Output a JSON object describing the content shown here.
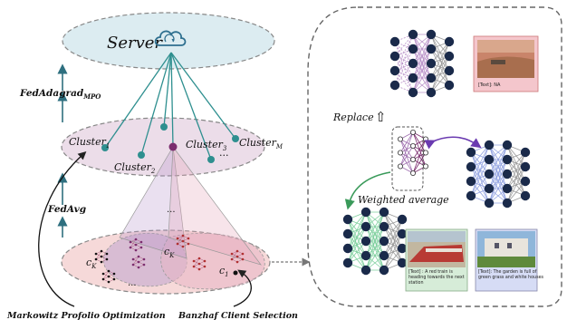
{
  "server": {
    "label": "Server",
    "icon": "cloud-sync-icon"
  },
  "left_labels": {
    "fedadagrad": "FedAdagrad",
    "fedadagrad_sub": "MPO",
    "fedavg": "FedAvg",
    "markowitz": "Markowitz Profolio Optimization",
    "banzhaf": "Banzhaf Client Selection"
  },
  "clusters": {
    "c1": "Cluster",
    "c1_sub": "1",
    "c2": "Cluster",
    "c2_sub": "2",
    "c3": "Cluster",
    "c3_sub": "3",
    "cm": "Cluster",
    "cm_sub": "M",
    "ellipsis": "..."
  },
  "clients": {
    "ck_left": "c",
    "ck_left_sub": "K",
    "ck_mid": "c",
    "ck_mid_sub": "K",
    "c1": "c",
    "c1_sub": "1",
    "dots_top": "...",
    "dots_bottom": "..."
  },
  "right_panel": {
    "replace": "Replace",
    "replace_arrow": "⇧",
    "weighted_average": "Weighted average",
    "caption_na": "[Text]: NA",
    "caption_train": "[Text] : A red train is heading towards the next station",
    "caption_garden": "[Text]: The garden is full of green grass and white houses"
  },
  "colors": {
    "server_fill": "#dcecf1",
    "cluster_fill": "#ecdde9",
    "client_fill": "#f6d9d9",
    "teal": "#2e8f8f",
    "navy": "#1f2f4f",
    "purple": "#7b2d6f",
    "pink_caption": "#f4c6cc",
    "blue_caption": "#d6dcf5"
  }
}
